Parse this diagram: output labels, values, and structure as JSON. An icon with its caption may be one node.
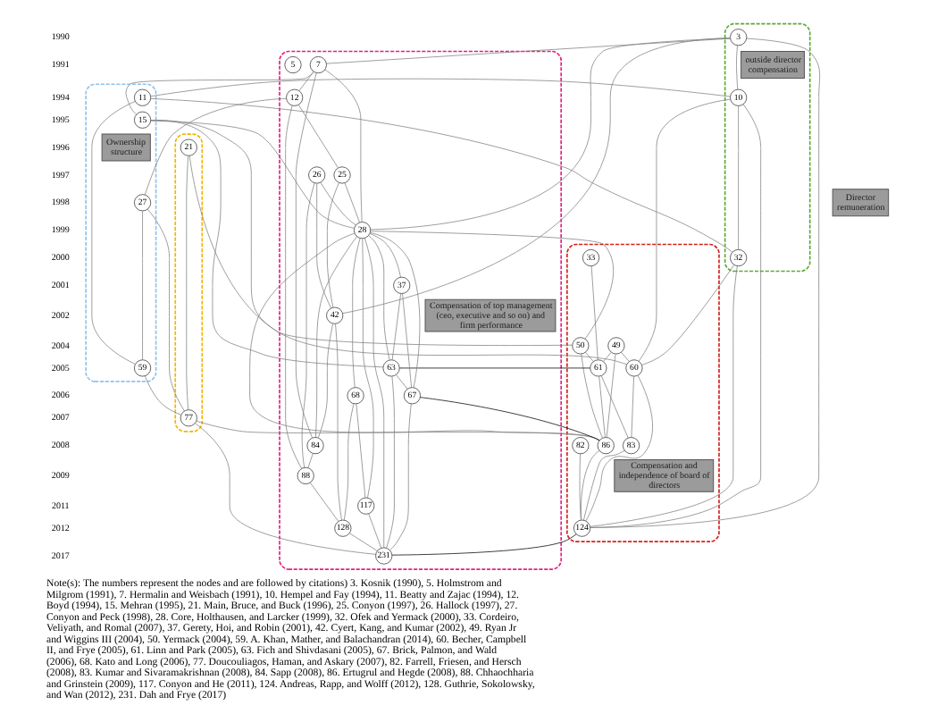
{
  "diagram": {
    "caption": "Note(s): The numbers represent the nodes and are followed by citations) 3. Kosnik (1990), 5. Holmstrom and Milgrom (1991), 7. Hermalin and Weisbach (1991), 10. Hempel and Fay (1994), 11. Beatty and Zajac (1994), 12. Boyd (1994), 15. Mehran (1995), 21. Main, Bruce, and Buck (1996), 25. Conyon (1997), 26. Hallock (1997), 27. Conyon and Peck (1998), 28. Core, Holthausen, and Larcker (1999), 32. Ofek and Yermack (2000), 33. Cordeiro, Veliyath, and Romal (2007), 37. Gerety, Hoi, and Robin (2001), 42. Cyert, Kang, and Kumar (2002), 49. Ryan Jr and Wiggins III (2004), 50. Yermack (2004), 59. A. Khan, Mather, and Balachandran (2014), 60. Becher, Campbell II, and Frye (2005), 61. Linn and Park (2005), 63. Fich and Shivdasani (2005), 67. Brick, Palmon, and Wald (2006), 68. Kato and Long (2006), 77. Doucouliagos, Haman, and Askary (2007), 82. Farrell, Friesen, and Hersch (2008), 83. Kumar and Sivaramakrishnan (2008), 84. Sapp (2008), 86. Ertugrul and Hegde (2008), 88. Chhaochharia and Grinstein (2009), 117. Conyon and He (2011), 124. Andreas, Rapp, and Wolff (2012), 128. Guthrie, Sokolowsky, and Wan (2012), 231. Dah and Frye (2017)",
    "nodes": [
      {
        "text": [],
        "shape": "blob"
      },
      {
        "text": [],
        "shape": "blob"
      },
      {
        "text": [],
        "shape": "blob"
      },
      {
        "text": [],
        "shape": "blob"
      },
      {
        "text": [],
        "shape": "blob"
      },
      {
        "text": [
          "outside director compensation"
        ],
        "in": 0
      },
      {
        "text": [
          "Ownership structure"
        ],
        "in": 1
      },
      {
        "text": [
          "Director remuneration"
        ]
      },
      {
        "text": [
          "Compensation of top management (ceo, executive and so on) and firm performance"
        ],
        "in": 3
      },
      {
        "text": [
          "Compensation and independence of board of directors"
        ],
        "in": 4
      },
      {
        "text": [
          "3"
        ],
        "in": 0
      },
      {
        "text": [
          "7"
        ],
        "in": 3
      },
      {
        "text": [
          "5"
        ],
        "in": 3
      },
      {
        "text": [
          "10"
        ],
        "in": 0
      },
      {
        "text": [
          "11"
        ],
        "in": 1
      },
      {
        "text": [
          "12"
        ],
        "in": 3
      },
      {
        "text": [
          "15"
        ],
        "in": 1
      },
      {
        "text": [
          "21"
        ],
        "in": 2
      },
      {
        "text": [
          "25"
        ],
        "in": 3
      },
      {
        "text": [
          "26"
        ],
        "in": 3
      },
      {
        "text": [
          "27"
        ],
        "in": 1
      },
      {
        "text": [
          "28"
        ],
        "in": 3
      },
      {
        "text": [
          "32"
        ],
        "in": 0
      },
      {
        "text": [
          "33"
        ],
        "in": 4
      },
      {
        "text": [
          "37"
        ],
        "in": 3
      },
      {
        "text": [
          "42"
        ],
        "in": 3
      },
      {
        "text": [
          "49"
        ],
        "in": 4
      },
      {
        "text": [
          "50"
        ],
        "in": 4
      },
      {
        "text": [
          "60"
        ],
        "in": 4
      },
      {
        "text": [
          "61"
        ],
        "in": 4
      },
      {
        "text": [
          "59"
        ],
        "in": 1
      },
      {
        "text": [
          "63"
        ],
        "in": 3
      },
      {
        "text": [
          "67"
        ],
        "in": 3
      },
      {
        "text": [
          "68"
        ],
        "in": 3
      },
      {
        "text": [
          "77"
        ],
        "in": 2
      },
      {
        "text": [
          "82"
        ],
        "in": 4
      },
      {
        "text": [
          "83"
        ],
        "in": 4
      },
      {
        "text": [
          "86"
        ],
        "in": 4
      },
      {
        "text": [
          "84"
        ],
        "in": 3
      },
      {
        "text": [
          "88"
        ],
        "in": 3
      },
      {
        "text": [
          "117"
        ],
        "in": 3
      },
      {
        "text": [
          "124"
        ],
        "in": 4
      },
      {
        "text": [
          "128"
        ],
        "in": 3
      },
      {
        "text": [
          "231"
        ],
        "in": 3
      }
    ],
    "edges": [
      {
        "from": 10,
        "to": 13,
        "arrow": "none"
      },
      {
        "from": 10,
        "to": 11,
        "arrow": "none"
      },
      {
        "from": 10,
        "to": 21,
        "arrow": "none"
      },
      {
        "from": 10,
        "to": 41,
        "arrow": "none"
      },
      {
        "from": 10,
        "to": 25,
        "arrow": "none"
      },
      {
        "from": 13,
        "to": 22,
        "arrow": "none"
      },
      {
        "from": 13,
        "to": 14,
        "arrow": "none"
      },
      {
        "from": 13,
        "to": 41,
        "arrow": "none"
      },
      {
        "from": 13,
        "to": 28,
        "arrow": "none"
      },
      {
        "from": 14,
        "to": 22,
        "arrow": "none"
      },
      {
        "from": 14,
        "to": 30,
        "arrow": "none"
      },
      {
        "from": 11,
        "to": 16,
        "arrow": "none"
      },
      {
        "from": 11,
        "to": 15,
        "arrow": "none"
      },
      {
        "from": 11,
        "to": 21,
        "arrow": "none"
      },
      {
        "from": 11,
        "to": 38,
        "arrow": "none"
      },
      {
        "from": 15,
        "to": 20,
        "arrow": "none"
      },
      {
        "from": 15,
        "to": 18,
        "arrow": "none"
      },
      {
        "from": 15,
        "to": 39,
        "arrow": "none"
      },
      {
        "from": 16,
        "to": 21,
        "arrow": "none"
      },
      {
        "from": 16,
        "to": 28,
        "arrow": "none"
      },
      {
        "from": 16,
        "to": 31,
        "arrow": "none"
      },
      {
        "from": 17,
        "to": 34,
        "arrow": "none"
      },
      {
        "from": 17,
        "to": 27,
        "arrow": "none"
      },
      {
        "from": 18,
        "to": 21,
        "arrow": "none"
      },
      {
        "from": 18,
        "to": 25,
        "arrow": "none"
      },
      {
        "from": 19,
        "to": 21,
        "arrow": "none"
      },
      {
        "from": 19,
        "to": 25,
        "arrow": "none"
      },
      {
        "from": 19,
        "to": 39,
        "arrow": "none"
      },
      {
        "from": 20,
        "to": 30,
        "arrow": "none"
      },
      {
        "from": 20,
        "to": 34,
        "arrow": "none"
      },
      {
        "from": 21,
        "to": 24,
        "arrow": "none"
      },
      {
        "from": 21,
        "to": 31,
        "arrow": "none"
      },
      {
        "from": 21,
        "to": 32,
        "arrow": "none"
      },
      {
        "from": 21,
        "to": 33,
        "arrow": "none"
      },
      {
        "from": 21,
        "to": 38,
        "arrow": "none"
      },
      {
        "from": 21,
        "to": 40,
        "arrow": "none"
      },
      {
        "from": 21,
        "to": 43,
        "arrow": "none"
      },
      {
        "from": 21,
        "to": 37,
        "arrow": "none"
      },
      {
        "from": 21,
        "to": 27,
        "arrow": "none"
      },
      {
        "from": 22,
        "to": 28,
        "arrow": "none"
      },
      {
        "from": 22,
        "to": 41,
        "arrow": "none"
      },
      {
        "from": 23,
        "to": 29,
        "arrow": "none"
      },
      {
        "from": 24,
        "to": 31,
        "arrow": "none"
      },
      {
        "from": 24,
        "to": 32,
        "arrow": "none"
      },
      {
        "from": 25,
        "to": 38,
        "arrow": "none"
      },
      {
        "from": 25,
        "to": 42,
        "arrow": "none"
      },
      {
        "from": 26,
        "to": 28,
        "arrow": "none"
      },
      {
        "from": 26,
        "to": 29,
        "arrow": "none"
      },
      {
        "from": 26,
        "to": 37,
        "arrow": "none"
      },
      {
        "from": 27,
        "to": 29,
        "arrow": "none"
      },
      {
        "from": 27,
        "to": 37,
        "arrow": "none"
      },
      {
        "from": 28,
        "to": 36,
        "arrow": "none"
      },
      {
        "from": 28,
        "to": 41,
        "arrow": "none"
      },
      {
        "from": 29,
        "to": 36,
        "arrow": "none"
      },
      {
        "from": 29,
        "to": 37,
        "arrow": "none"
      },
      {
        "from": 29,
        "to": 31,
        "arrow": "none",
        "color": "#000000"
      },
      {
        "from": 30,
        "to": 34,
        "arrow": "none"
      },
      {
        "from": 31,
        "to": 32,
        "arrow": "none"
      },
      {
        "from": 31,
        "to": 43,
        "arrow": "none"
      },
      {
        "from": 32,
        "to": 43,
        "arrow": "none"
      },
      {
        "from": 33,
        "to": 40,
        "arrow": "none"
      },
      {
        "from": 33,
        "to": 42,
        "arrow": "none"
      },
      {
        "from": 34,
        "to": 37,
        "arrow": "none"
      },
      {
        "from": 34,
        "to": 43,
        "arrow": "none"
      },
      {
        "from": 35,
        "to": 41,
        "arrow": "none"
      },
      {
        "from": 36,
        "to": 41,
        "arrow": "none"
      },
      {
        "from": 37,
        "to": 41,
        "arrow": "none"
      },
      {
        "from": 32,
        "to": 37,
        "arrow": "none",
        "color": "#000000"
      },
      {
        "from": 38,
        "to": 39,
        "arrow": "none"
      },
      {
        "from": 39,
        "to": 42,
        "arrow": "none"
      },
      {
        "from": 40,
        "to": 43,
        "arrow": "none"
      },
      {
        "from": 41,
        "to": 43,
        "arrow": "none",
        "color": "#000000"
      },
      {
        "from": 42,
        "to": 43,
        "arrow": "none"
      }
    ],
    "labels": [
      "1990",
      "1991",
      "1994",
      "1995",
      "1996",
      "1997",
      "1998",
      "1999",
      "2000",
      "2001",
      "2002",
      "2004",
      "2005",
      "2006",
      "2007",
      "2008",
      "2009",
      "2011",
      "2012",
      "2017"
    ]
  }
}
